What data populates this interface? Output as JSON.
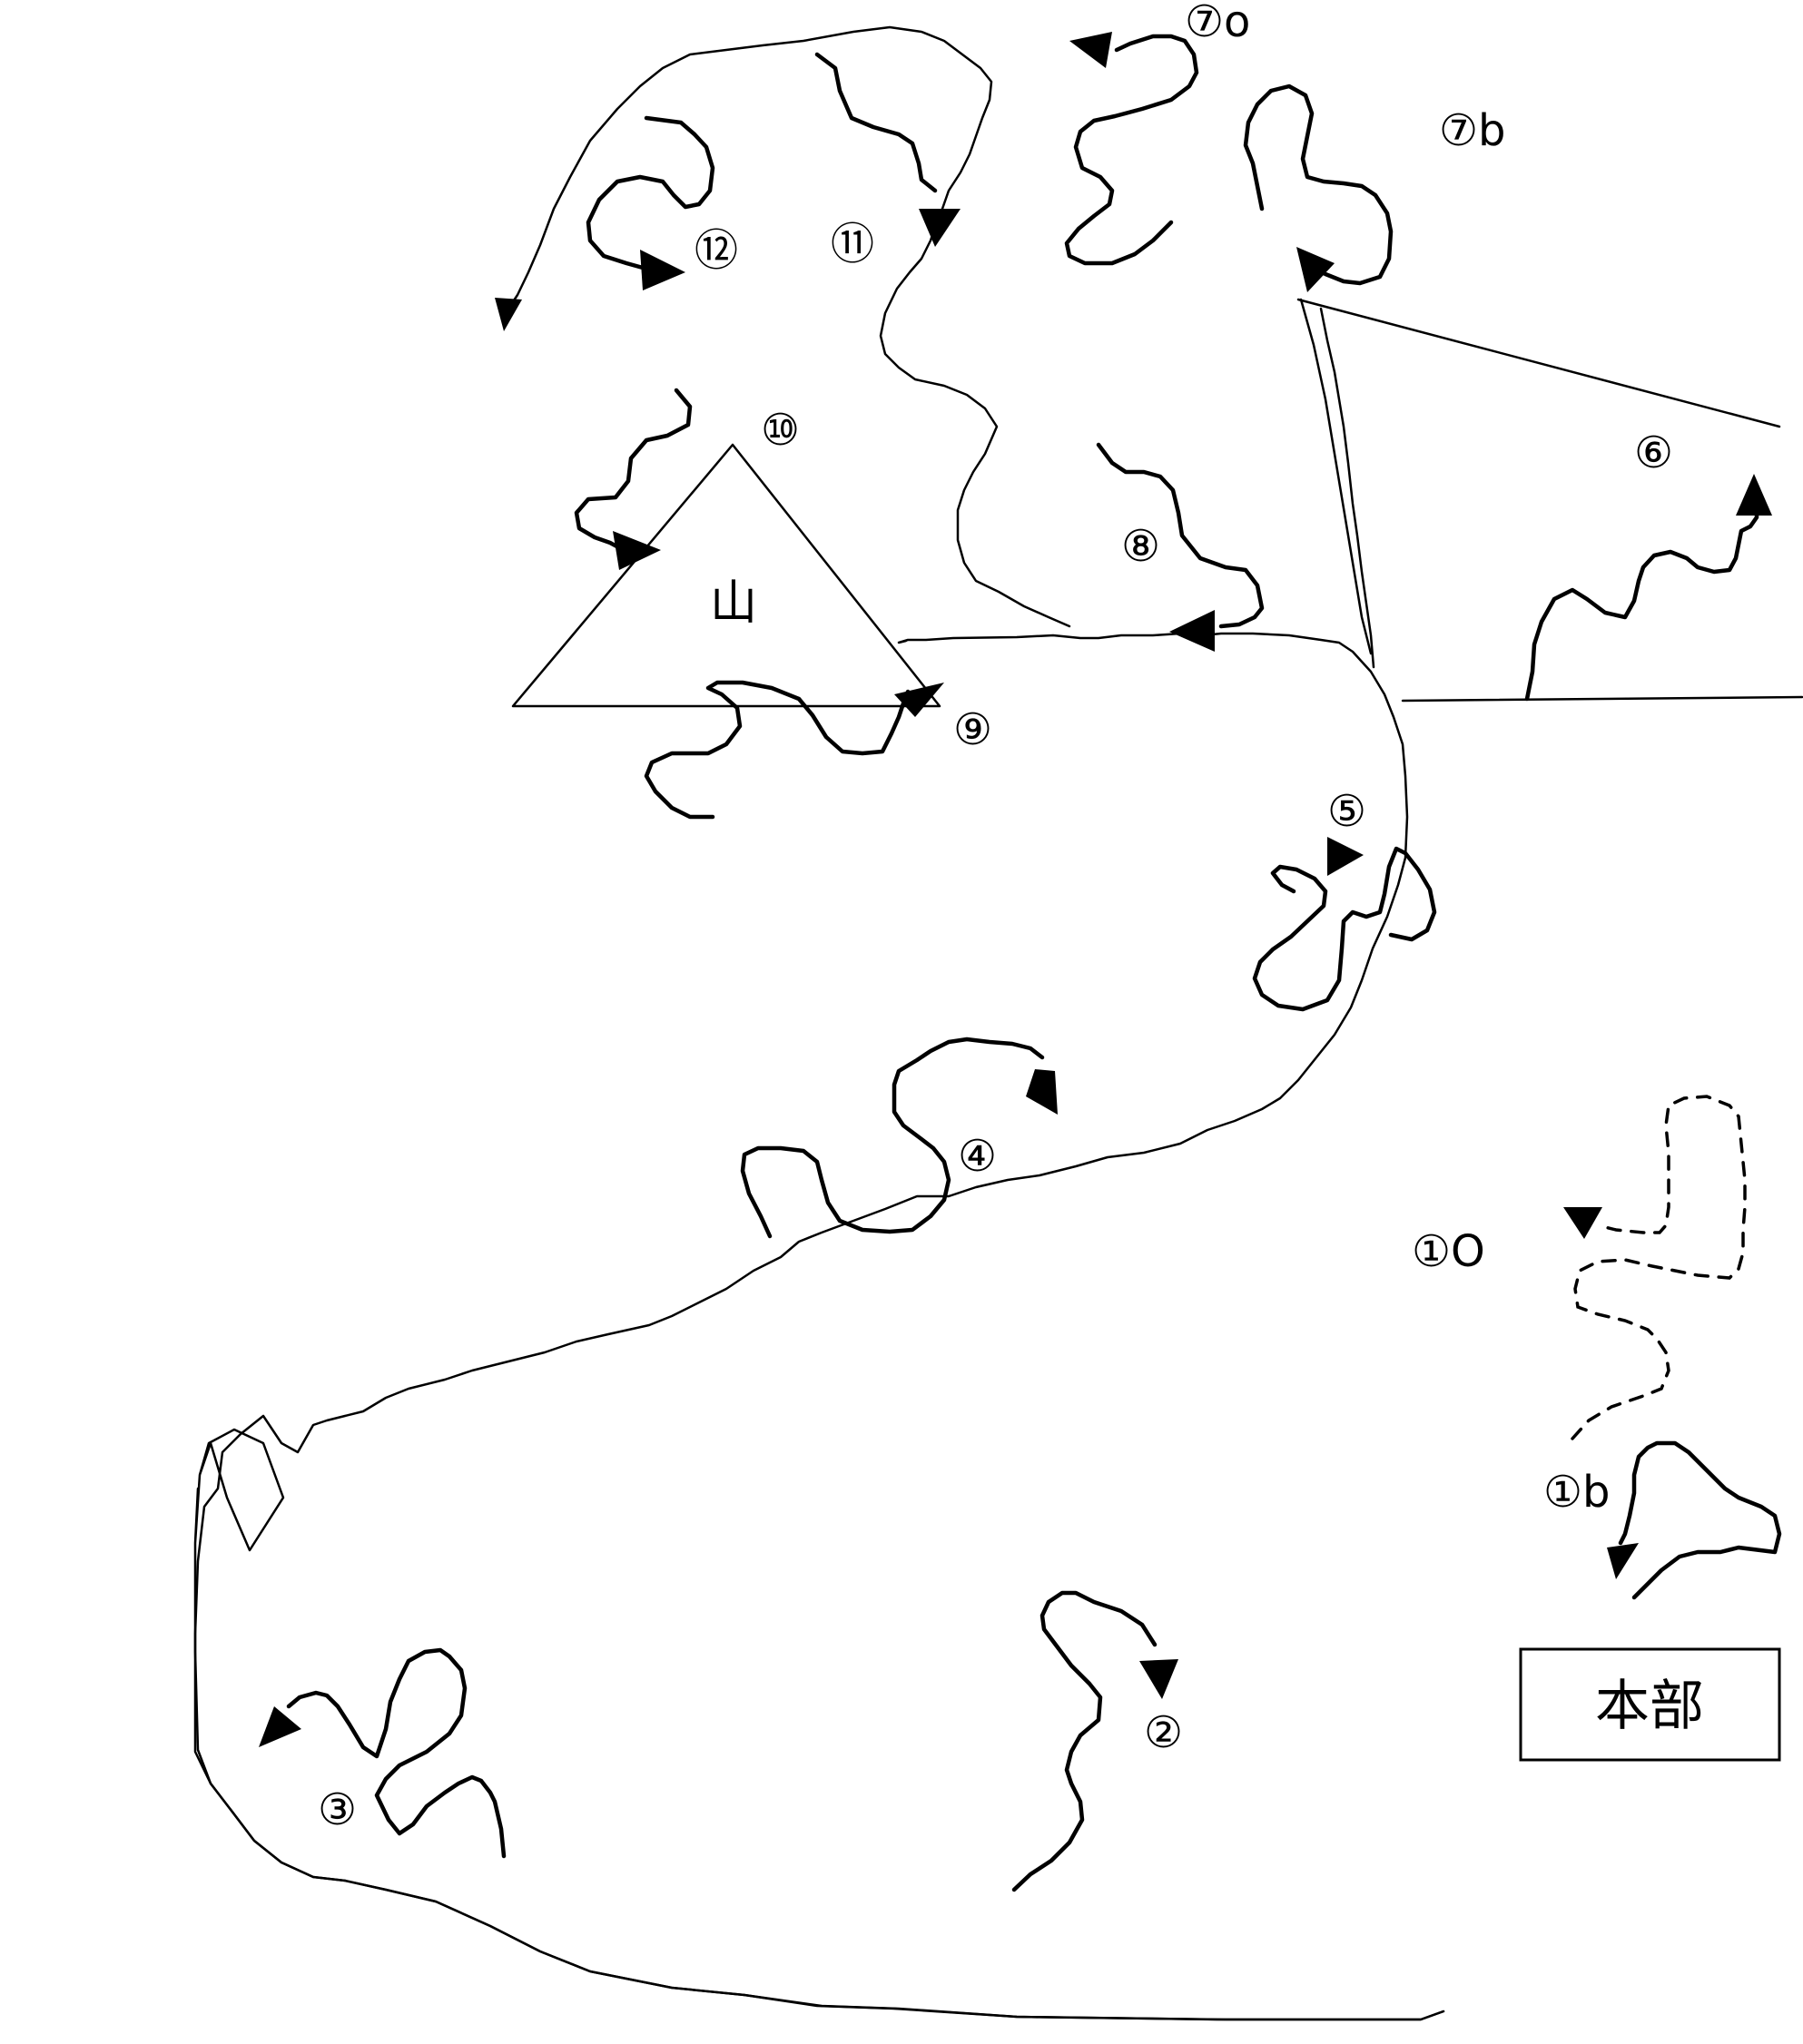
{
  "map": {
    "stations": [
      {
        "id": "s1o",
        "label": "①O"
      },
      {
        "id": "s1b",
        "label": "①b"
      },
      {
        "id": "s2",
        "label": "②"
      },
      {
        "id": "s3",
        "label": "③"
      },
      {
        "id": "s4",
        "label": "④"
      },
      {
        "id": "s5",
        "label": "⑤"
      },
      {
        "id": "s6",
        "label": "⑥"
      },
      {
        "id": "s7o",
        "label": "⑦o"
      },
      {
        "id": "s7b",
        "label": "⑦b"
      },
      {
        "id": "s8",
        "label": "⑧"
      },
      {
        "id": "s9",
        "label": "⑨"
      },
      {
        "id": "s10",
        "label": "⑩"
      },
      {
        "id": "s11",
        "label": "⑪"
      },
      {
        "id": "s12",
        "label": "⑫"
      }
    ],
    "mountain_label": "山",
    "headquarters_label": "本部"
  }
}
